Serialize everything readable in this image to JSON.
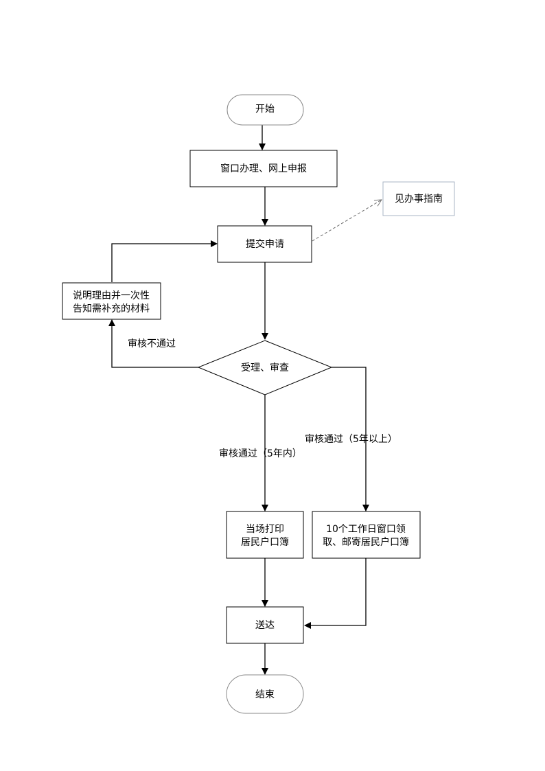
{
  "diagram": {
    "type": "flowchart",
    "nodes": {
      "start": {
        "lines": [
          "开始"
        ],
        "shape": "terminator"
      },
      "apply": {
        "lines": [
          "窗口办理、网上申报"
        ],
        "shape": "process"
      },
      "guide": {
        "lines": [
          "见办事指南"
        ],
        "shape": "note"
      },
      "submit": {
        "lines": [
          "提交申请"
        ],
        "shape": "process"
      },
      "explain": {
        "lines": [
          "说明理由并一次性",
          "告知需补充的材料"
        ],
        "shape": "process"
      },
      "review": {
        "lines": [
          "受理、审查"
        ],
        "shape": "decision"
      },
      "print": {
        "lines": [
          "当场打印",
          "居民户口簿"
        ],
        "shape": "process"
      },
      "mail": {
        "lines": [
          "10个工作日窗口领",
          "取、邮寄居民户口簿"
        ],
        "shape": "process"
      },
      "deliver": {
        "lines": [
          "送达"
        ],
        "shape": "process"
      },
      "end": {
        "lines": [
          "结束"
        ],
        "shape": "terminator"
      }
    },
    "edge_labels": {
      "reject": "审核不通过",
      "pass_within5": "审核通过（5年内）",
      "pass_over5": "审核通过（5年以上）"
    },
    "edges": [
      {
        "from": "start",
        "to": "apply"
      },
      {
        "from": "apply",
        "to": "submit"
      },
      {
        "from": "submit",
        "to": "guide",
        "style": "dashed"
      },
      {
        "from": "submit",
        "to": "review"
      },
      {
        "from": "review",
        "to": "explain",
        "label": "审核不通过"
      },
      {
        "from": "explain",
        "to": "submit"
      },
      {
        "from": "review",
        "to": "print",
        "label": "审核通过（5年内）"
      },
      {
        "from": "review",
        "to": "mail",
        "label": "审核通过（5年以上）"
      },
      {
        "from": "print",
        "to": "deliver"
      },
      {
        "from": "mail",
        "to": "deliver"
      },
      {
        "from": "deliver",
        "to": "end"
      }
    ]
  }
}
